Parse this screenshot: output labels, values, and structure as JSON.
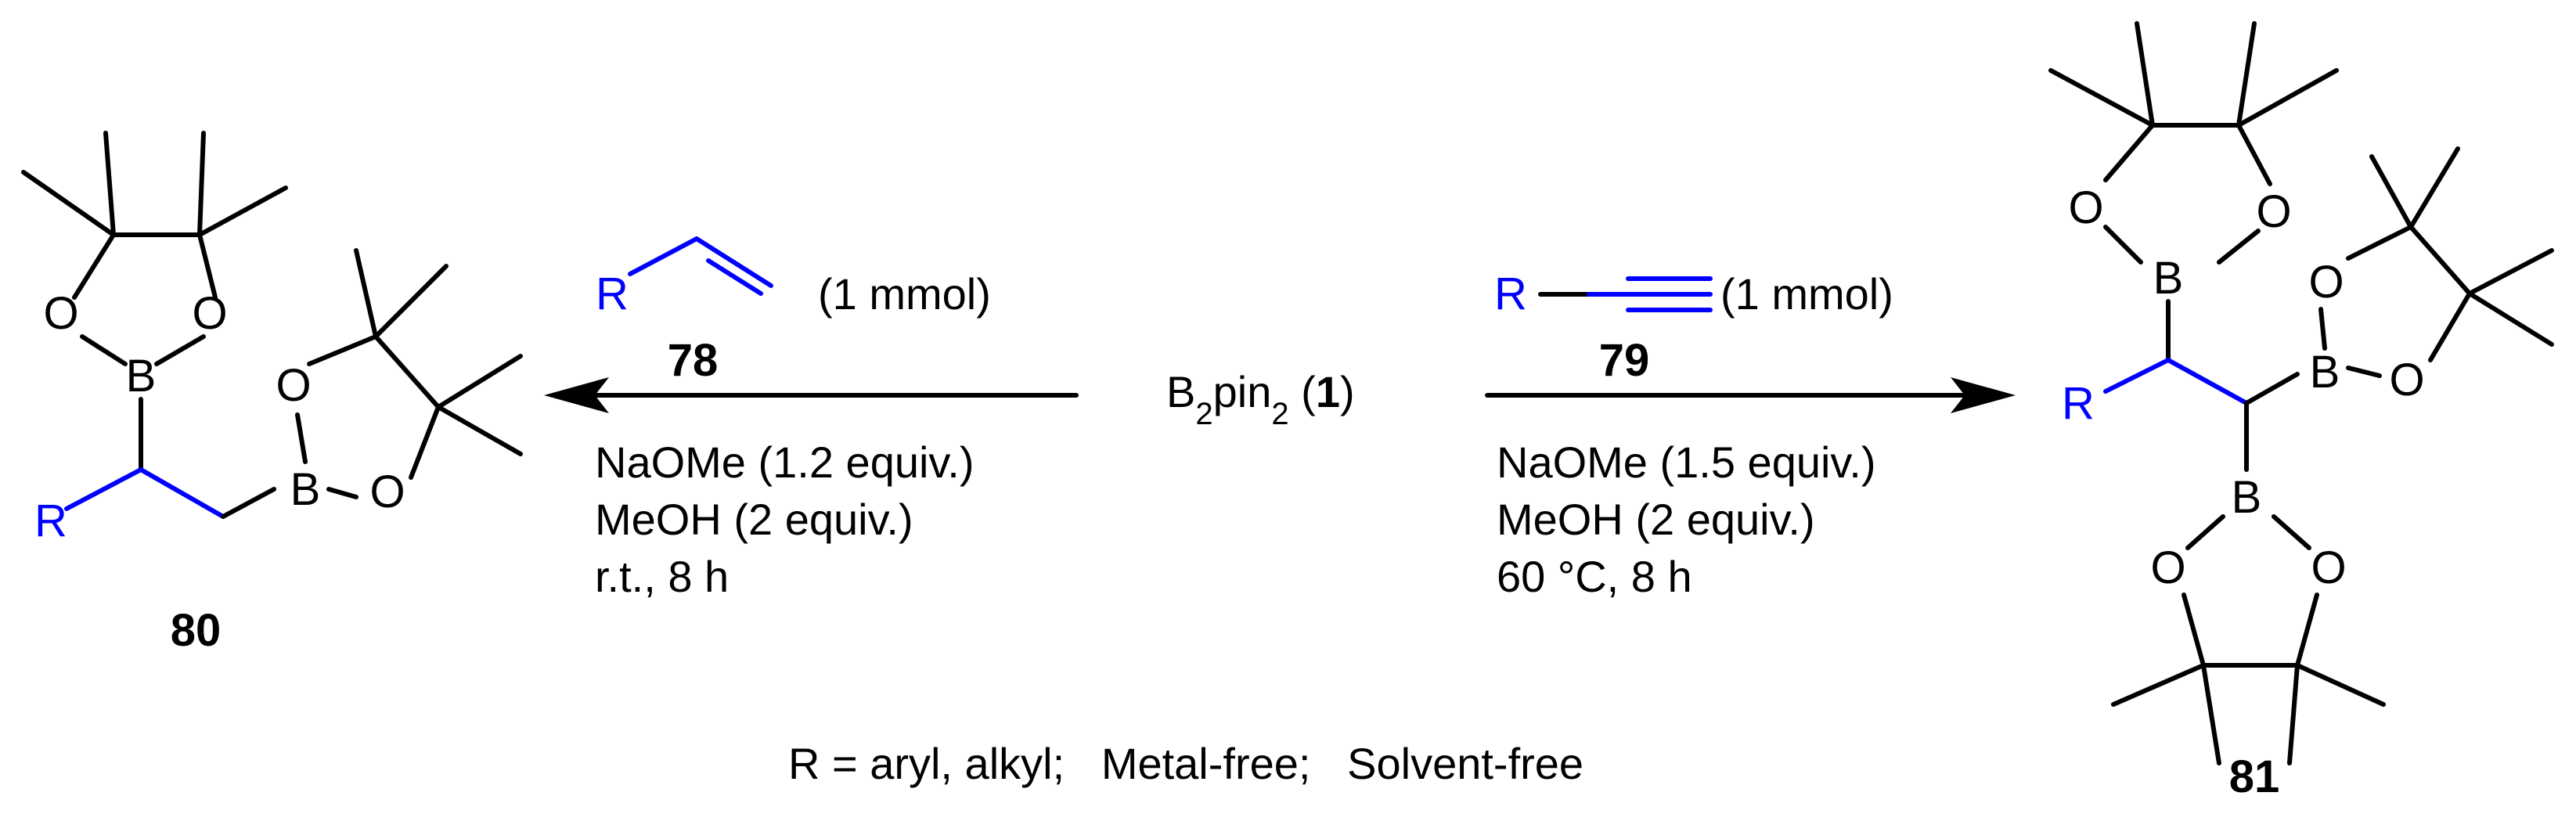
{
  "reagent": {
    "prefix": "B",
    "sub_index": "2",
    "middle": "pin",
    "sub_index_2": "2",
    "open": " (",
    "number": "1",
    "close": ")"
  },
  "left_reaction": {
    "substrate_r_label": "R",
    "substrate_amount": "(1 mmol)",
    "substrate_id": "78",
    "conditions": [
      "NaOMe (1.2 equiv.)",
      "MeOH (2 equiv.)",
      "r.t., 8 h"
    ]
  },
  "right_reaction": {
    "substrate_r_label": "R",
    "substrate_amount": "(1 mmol)",
    "substrate_id": "79",
    "conditions": [
      "NaOMe (1.5 equiv.)",
      "MeOH (2 equiv.)",
      "60 °C, 8 h"
    ]
  },
  "product_left": {
    "id": "80",
    "atoms": {
      "r": "R",
      "b1": "B",
      "b2": "B",
      "o1": "O",
      "o2": "O",
      "o3": "O",
      "o4": "O"
    }
  },
  "product_right": {
    "id": "81",
    "atoms": {
      "r": "R",
      "b1": "B",
      "b2": "B",
      "b3": "B",
      "o1": "O",
      "o2": "O",
      "o3": "O",
      "o4": "O",
      "o5": "O",
      "o6": "O"
    }
  },
  "footnote": "R = aryl, alkyl;   Metal-free;   Solvent-free",
  "colors": {
    "highlight": "#0000ff",
    "ink": "#000000"
  }
}
